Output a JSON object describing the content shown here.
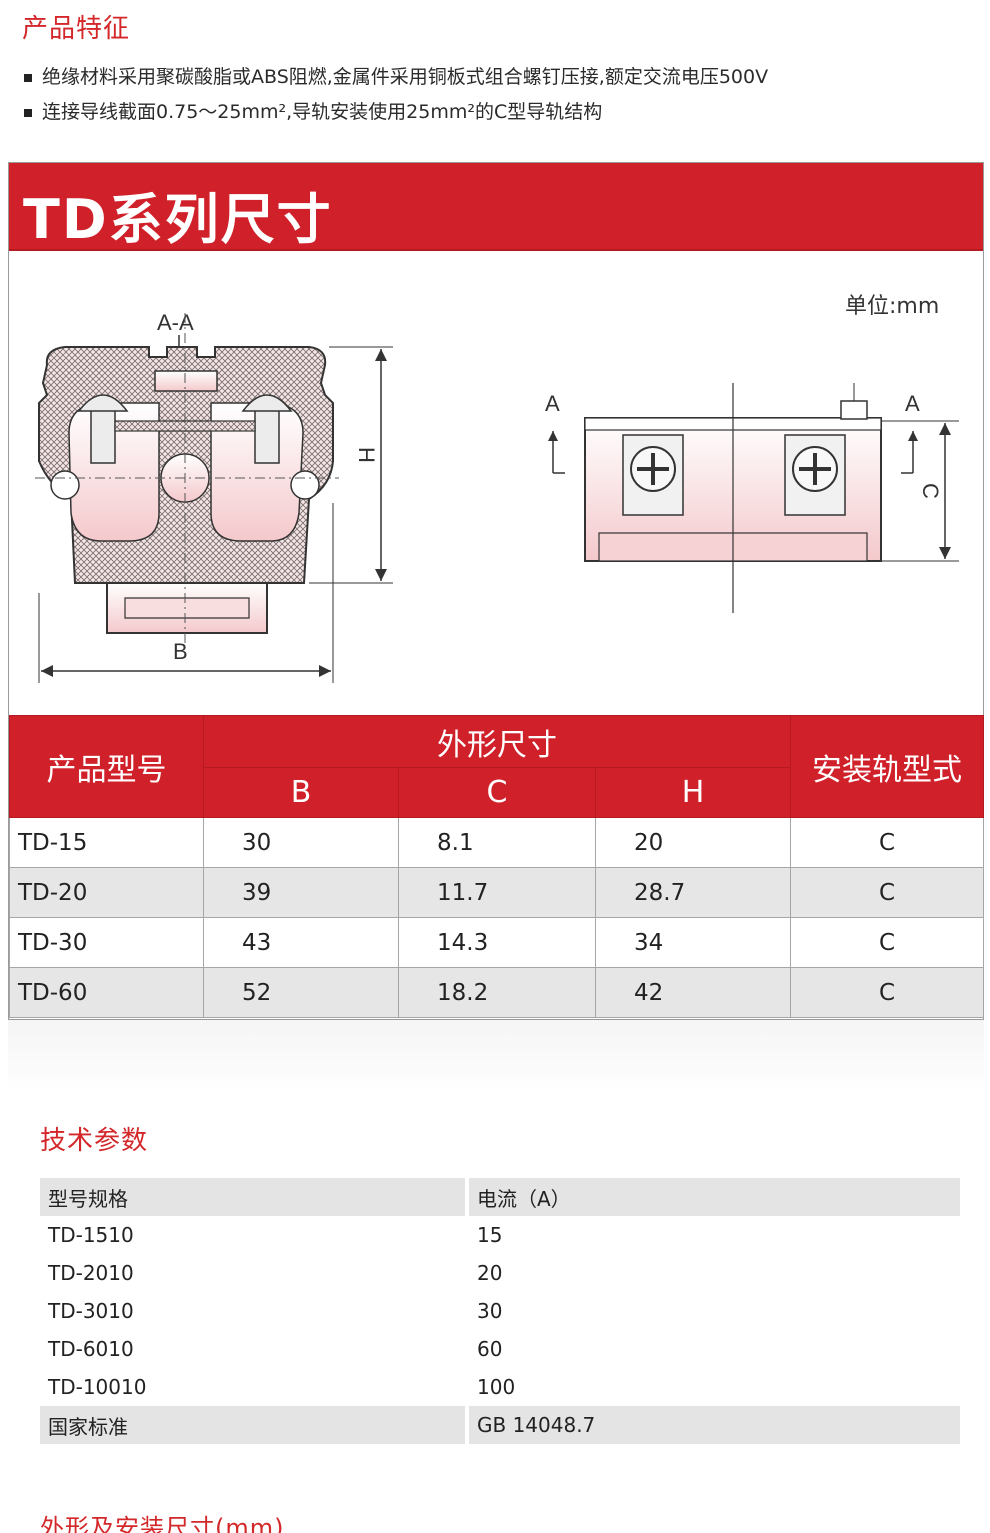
{
  "features": {
    "title": "产品特征",
    "bullets": [
      "绝缘材料采用聚碳酸脂或ABS阻燃,金属件采用铜板式组合螺钉压接,额定交流电压500V",
      "连接导线截面0.75～25mm²,导轨安装使用25mm²的C型导轨结构"
    ]
  },
  "dimensions": {
    "banner": "TD系列尺寸",
    "unit": "单位:mm",
    "drawing": {
      "section_label": "A-A",
      "label_H": "H",
      "label_B": "B",
      "label_C": "C",
      "label_A_left": "A",
      "label_A_right": "A"
    },
    "table": {
      "col_model": "产品型号",
      "col_outline": "外形尺寸",
      "col_B": "B",
      "col_C": "C",
      "col_H": "H",
      "col_rail": "安装轨型式",
      "rows": [
        {
          "model": "TD-15",
          "B": "30",
          "C": "8.1",
          "H": "20",
          "rail": "C"
        },
        {
          "model": "TD-20",
          "B": "39",
          "C": "11.7",
          "H": "28.7",
          "rail": "C"
        },
        {
          "model": "TD-30",
          "B": "43",
          "C": "14.3",
          "H": "34",
          "rail": "C"
        },
        {
          "model": "TD-60",
          "B": "52",
          "C": "18.2",
          "H": "42",
          "rail": "C"
        }
      ]
    }
  },
  "tech": {
    "title": "技术参数",
    "header": {
      "model": "型号规格",
      "current": "电流（A）"
    },
    "rows": [
      {
        "model": "TD-1510",
        "current": "15"
      },
      {
        "model": "TD-2010",
        "current": "20"
      },
      {
        "model": "TD-3010",
        "current": "30"
      },
      {
        "model": "TD-6010",
        "current": "60"
      },
      {
        "model": "TD-10010",
        "current": "100"
      }
    ],
    "standard": {
      "label": "国家标准",
      "value": "GB 14048.7"
    }
  },
  "install": {
    "title": "外形及安装尺寸(mm)"
  },
  "colors": {
    "brand_red": "#d0202a",
    "row_gray": "#e6e6e6"
  }
}
